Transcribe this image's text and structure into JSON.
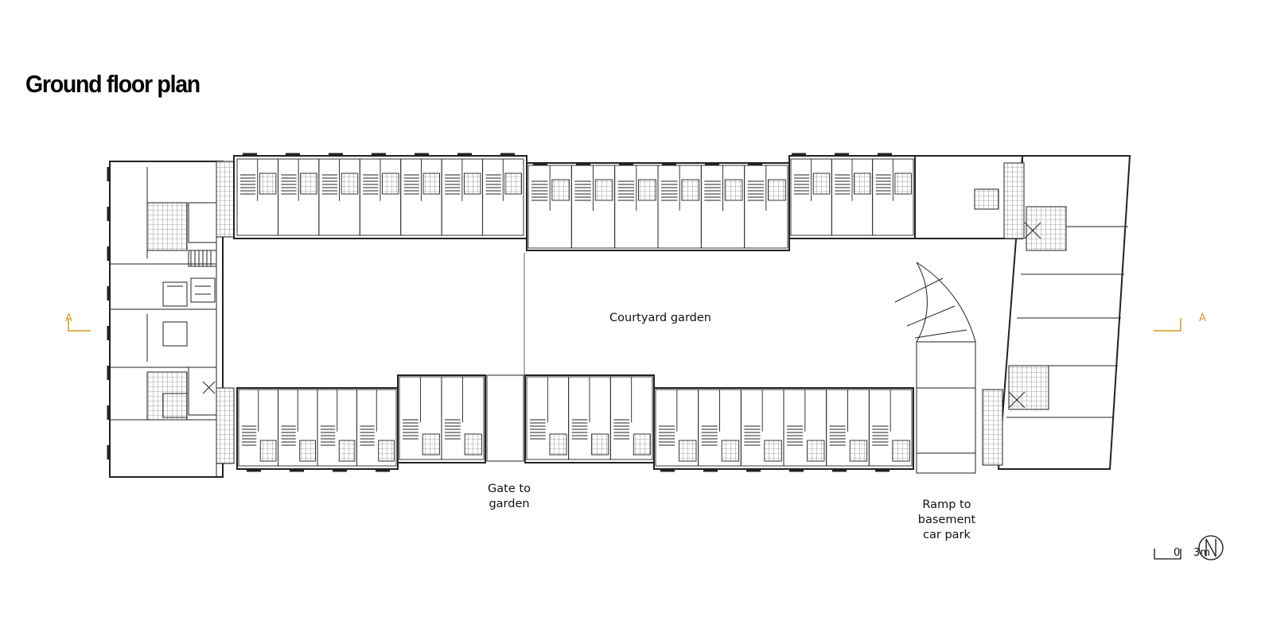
{
  "title": "Ground floor plan",
  "labels": {
    "courtyard": "Courtyard garden",
    "gate": [
      "Gate to",
      "garden"
    ],
    "ramp": [
      "Ramp to",
      "basement",
      "car park"
    ]
  },
  "section_marker": {
    "left": "A",
    "right": "A",
    "color": "#d39a1e"
  },
  "scale_bar": {
    "zero": "0",
    "end": "3m"
  },
  "north_arrow": "north-arrow-icon",
  "colors": {
    "wall": "#222222",
    "accent": "#d39a1e",
    "background": "#ffffff"
  }
}
